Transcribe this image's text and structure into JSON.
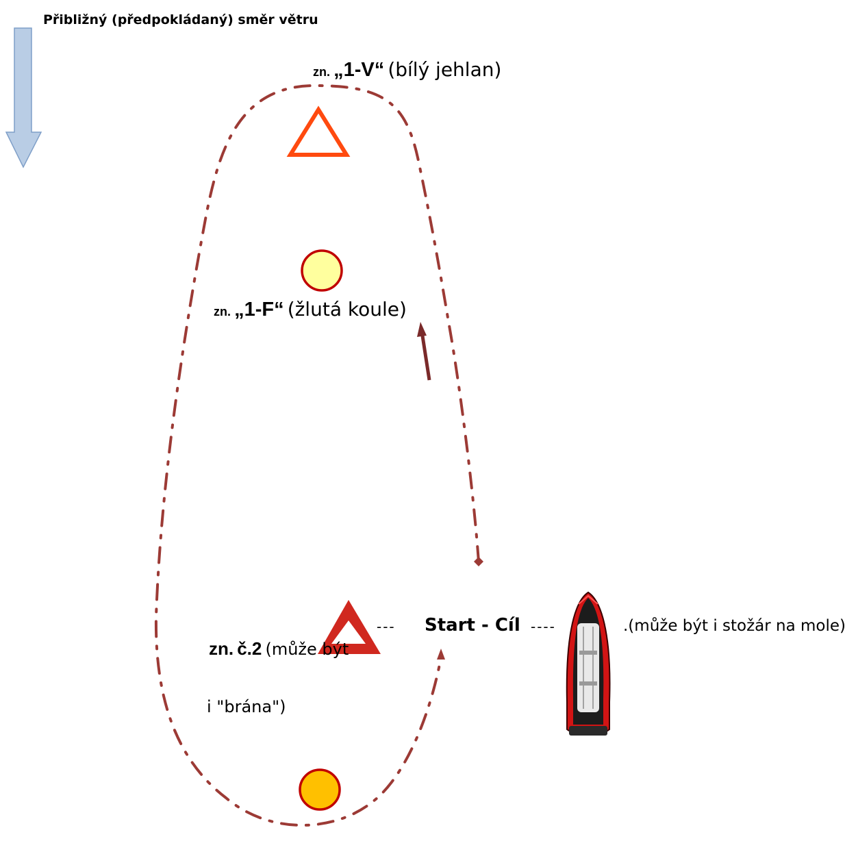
{
  "wind": {
    "title": "Přibližný (předpokládaný) směr větru"
  },
  "marks": {
    "mark_1v": {
      "prefix": "zn.",
      "code": "„1-V“",
      "desc": "(bílý jehlan)"
    },
    "mark_1f": {
      "prefix": "zn.",
      "code": "„1-F“",
      "desc": "(žlutá koule)"
    },
    "mark_2": {
      "prefix": "zn.",
      "code": "č.2",
      "desc_line1": "(může být",
      "desc_line2": "i \"brána\")"
    }
  },
  "start_finish": {
    "label": "Start - Cíl",
    "dots_left": "---",
    "dots_right": "----",
    "boat_note": ".(může být i stožár na mole)"
  },
  "colors": {
    "course_line": "#9c3a35",
    "wind_arrow_fill": "#b9cde5",
    "wind_arrow_stroke": "#7f9fc8",
    "mark_1v_stroke": "#ff4a0f",
    "mark_1f_fill": "#ffff9e",
    "mark_1f_stroke": "#c00000",
    "start_triangle": "#d0281f",
    "mark_2_fill": "#ffc000",
    "mark_2_stroke": "#c00000",
    "arrow_dark": "#7a2a2a",
    "boat_red": "#d21414",
    "boat_dark": "#1c1c1c"
  },
  "icons": {
    "wind_arrow": "down-arrow-icon",
    "mark_1v": "triangle-outline-icon",
    "mark_1f": "yellow-buoy-icon",
    "start_mark": "red-triangle-icon",
    "mark_2": "orange-buoy-icon",
    "boat": "inflatable-boat-icon"
  }
}
